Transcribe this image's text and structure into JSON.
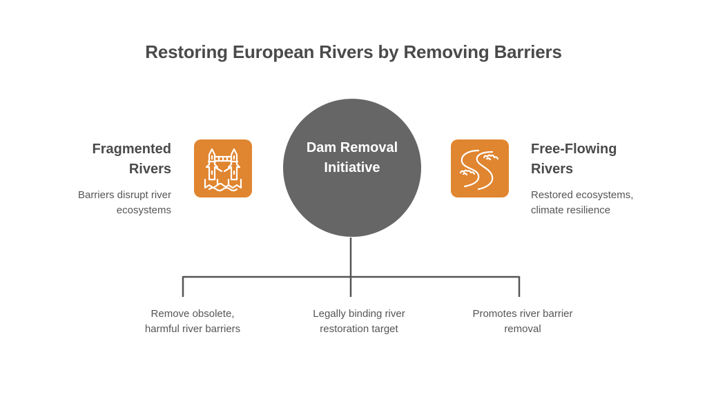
{
  "title": "Restoring European Rivers by Removing Barriers",
  "hub": {
    "label_line1": "Dam Removal",
    "label_line2": "Initiative"
  },
  "left": {
    "title_line1": "Fragmented",
    "title_line2": "Rivers",
    "desc_line1": "Barriers disrupt river",
    "desc_line2": "ecosystems",
    "icon": "bridge-towers-icon"
  },
  "right": {
    "title_line1": "Free-Flowing",
    "title_line2": "Rivers",
    "desc_line1": "Restored ecosystems,",
    "desc_line2": "climate resilience",
    "icon": "winding-river-icon"
  },
  "branches": [
    {
      "line1": "Remove obsolete,",
      "line2": "harmful river barriers"
    },
    {
      "line1": "Legally binding river",
      "line2": "restoration target"
    },
    {
      "line1": "Promotes river barrier",
      "line2": "removal"
    }
  ],
  "colors": {
    "accent": "#e08530",
    "hub": "#666666",
    "text": "#4a4a4a",
    "line": "#555555"
  }
}
